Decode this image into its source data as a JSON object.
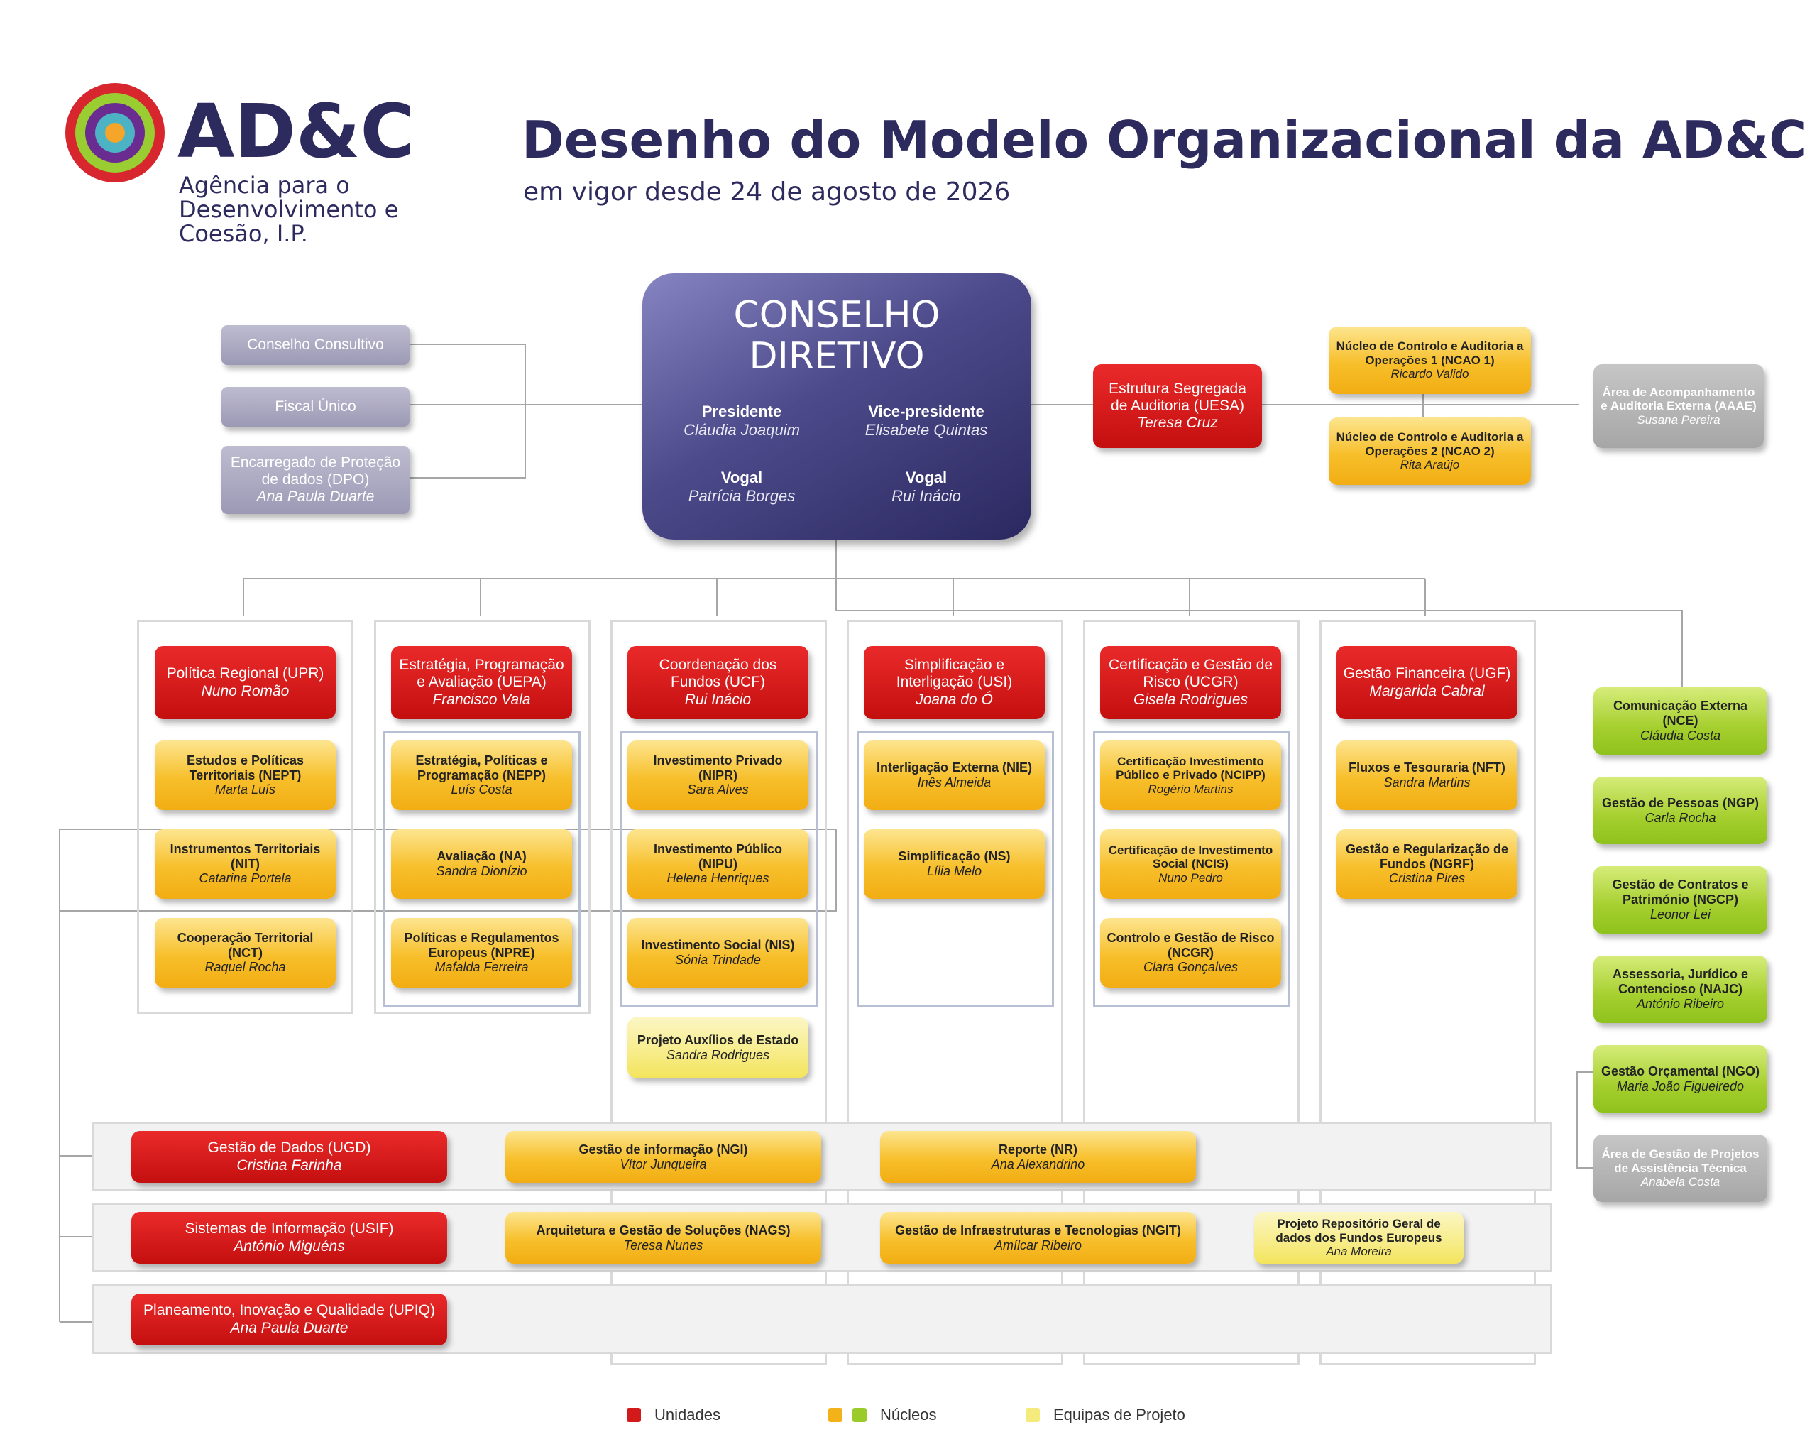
{
  "logo": {
    "acronym": "AD&C",
    "line1": "Agência para o",
    "line2": "Desenvolvimento e",
    "line3": "Coesão, I.P."
  },
  "header": {
    "title": "Desenho do Modelo Organizacional da AD&C",
    "subtitle": "em vigor desde 24 de agosto de 2026"
  },
  "board": {
    "title_line1": "CONSELHO",
    "title_line2": "DIRETIVO",
    "members": [
      {
        "role": "Presidente",
        "name": "Cláudia Joaquim"
      },
      {
        "role": "Vice-presidente",
        "name": "Elisabete Quintas"
      },
      {
        "role": "Vogal",
        "name": "Patrícia Borges"
      },
      {
        "role": "Vogal",
        "name": "Rui Inácio"
      }
    ]
  },
  "advisory": [
    {
      "name": "Conselho Consultivo",
      "person": ""
    },
    {
      "name": "Fiscal Único",
      "person": ""
    },
    {
      "name": "Encarregado de Proteção de dados (DPO)",
      "person": "Ana Paula Duarte"
    }
  ],
  "audit": {
    "uesa": {
      "name": "Estrutura Segregada de Auditoria (UESA)",
      "person": "Teresa Cruz"
    },
    "ncao1": {
      "name": "Núcleo de Controlo e Auditoria a Operações 1 (NCAO 1)",
      "person": "Ricardo Valido"
    },
    "ncao2": {
      "name": "Núcleo de Controlo e Auditoria a Operações 2 (NCAO 2)",
      "person": "Rita Araújo"
    },
    "aaae": {
      "name": "Área de Acompanhamento e Auditoria Externa (AAAE)",
      "person": "Susana Pereira"
    }
  },
  "units": [
    {
      "name": "Política Regional (UPR)",
      "person": "Nuno Romão",
      "nuclei": [
        {
          "name": "Estudos e Políticas Territoriais (NEPT)",
          "person": "Marta Luís"
        },
        {
          "name": "Instrumentos Territoriais (NIT)",
          "person": "Catarina Portela"
        },
        {
          "name": "Cooperação Territorial (NCT)",
          "person": "Raquel Rocha"
        }
      ]
    },
    {
      "name": "Estratégia, Programação e Avaliação (UEPA)",
      "person": "Francisco Vala",
      "nuclei": [
        {
          "name": "Estratégia, Políticas e Programação (NEPP)",
          "person": "Luís Costa"
        },
        {
          "name": "Avaliação (NA)",
          "person": "Sandra Dionízio"
        },
        {
          "name": "Políticas e Regulamentos Europeus (NPRE)",
          "person": "Mafalda Ferreira"
        }
      ]
    },
    {
      "name": "Coordenação dos Fundos (UCF)",
      "person": "Rui Inácio",
      "nuclei": [
        {
          "name": "Investimento Privado (NIPR)",
          "person": "Sara Alves"
        },
        {
          "name": "Investimento Público (NIPU)",
          "person": "Helena Henriques"
        },
        {
          "name": "Investimento Social (NIS)",
          "person": "Sónia Trindade"
        }
      ],
      "project": {
        "name": "Projeto Auxílios de Estado",
        "person": "Sandra Rodrigues"
      }
    },
    {
      "name": "Simplificação e Interligação (USI)",
      "person": "Joana do Ó",
      "nuclei": [
        {
          "name": "Interligação Externa (NIE)",
          "person": "Inês Almeida"
        },
        {
          "name": "Simplificação (NS)",
          "person": "Lília Melo"
        }
      ]
    },
    {
      "name": "Certificação e Gestão de Risco (UCGR)",
      "person": "Gisela Rodrigues",
      "nuclei": [
        {
          "name": "Certificação Investimento Público e Privado (NCIPP)",
          "person": "Rogério Martins"
        },
        {
          "name": "Certificação de Investimento Social (NCIS)",
          "person": "Nuno Pedro"
        },
        {
          "name": "Controlo e Gestão de Risco (NCGR)",
          "person": "Clara Gonçalves"
        }
      ]
    },
    {
      "name": "Gestão Financeira (UGF)",
      "person": "Margarida Cabral",
      "nuclei": [
        {
          "name": "Fluxos e Tesouraria (NFT)",
          "person": "Sandra Martins"
        },
        {
          "name": "Gestão e Regularização de Fundos (NGRF)",
          "person": "Cristina Pires"
        }
      ]
    }
  ],
  "support": [
    {
      "name": "Comunicação Externa (NCE)",
      "person": "Cláudia Costa"
    },
    {
      "name": "Gestão de Pessoas (NGP)",
      "person": "Carla Rocha"
    },
    {
      "name": "Gestão de Contratos e Património (NGCP)",
      "person": "Leonor Lei"
    },
    {
      "name": "Assessoria, Jurídico e Contencioso (NAJC)",
      "person": "António Ribeiro"
    },
    {
      "name": "Gestão Orçamental (NGO)",
      "person": "Maria João Figueiredo"
    },
    {
      "name": "Área de Gestão de Projetos de Assistência Técnica",
      "person": "Anabela Costa"
    }
  ],
  "bands": [
    {
      "unit": {
        "name": "Gestão de Dados (UGD)",
        "person": "Cristina Farinha"
      },
      "items": [
        {
          "name": "Gestão de informação (NGI)",
          "person": "Vítor Junqueira"
        },
        {
          "name": "Reporte (NR)",
          "person": "Ana Alexandrino"
        }
      ]
    },
    {
      "unit": {
        "name": "Sistemas de Informação (USIF)",
        "person": "António Miguéns"
      },
      "items": [
        {
          "name": "Arquitetura e Gestão de Soluções (NAGS)",
          "person": "Teresa Nunes"
        },
        {
          "name": "Gestão de Infraestruturas e Tecnologias (NGIT)",
          "person": "Amílcar Ribeiro"
        },
        {
          "name": "Projeto Repositório Geral de dados dos Fundos Europeus",
          "person": "Ana Moreira"
        }
      ]
    },
    {
      "unit": {
        "name": "Planeamento, Inovação e Qualidade (UPIQ)",
        "person": "Ana Paula Duarte"
      },
      "items": []
    }
  ],
  "legend": {
    "units": "Unidades",
    "nuclei": "Núcleos",
    "projects": "Equipas de Projeto"
  },
  "colors": {
    "navy": "#2d2a5e",
    "unit_red": "#d21a1a",
    "nucleus_orange": "#f7bf2b",
    "nucleus_green": "#a5cf2e",
    "project_yellow": "#f7ec88",
    "grey": "#a6a6a6"
  }
}
